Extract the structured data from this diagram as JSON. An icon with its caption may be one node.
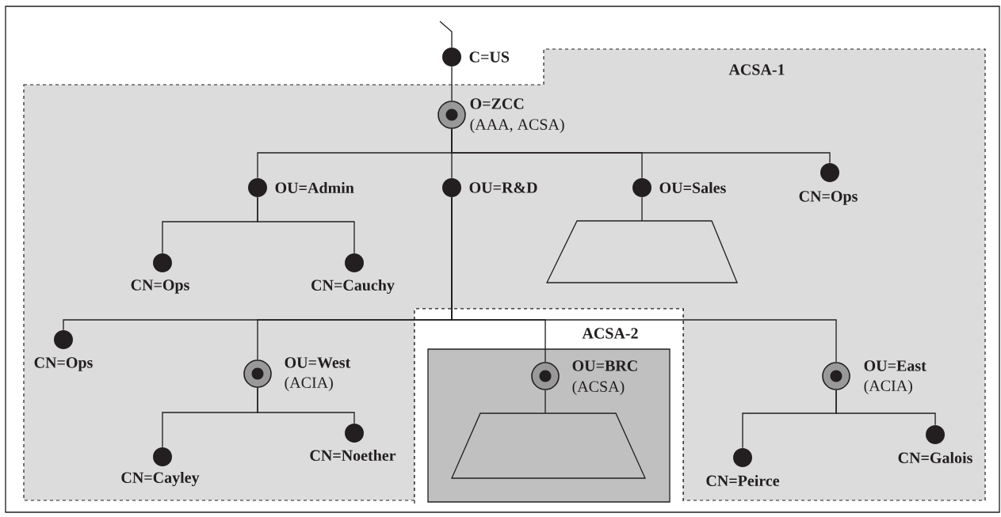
{
  "diagram": {
    "nodes": [
      {
        "text": [
          "C=US"
        ]
      },
      {
        "text": [
          "ACSA-1"
        ]
      },
      {
        "text": [
          "O=ZCC",
          "(AAA, ACSA)"
        ],
        "in": 1
      },
      {
        "text": [
          "OU=Admin"
        ],
        "in": 1
      },
      {
        "text": [
          "OU=R&D"
        ],
        "in": 1
      },
      {
        "text": [
          "OU=Sales"
        ],
        "in": 1
      },
      {
        "text": [
          "CN=Ops"
        ],
        "in": 1
      },
      {
        "text": [
          "CN=Ops"
        ],
        "in": 1
      },
      {
        "text": [
          "CN=Cauchy"
        ],
        "in": 1
      },
      {
        "text": [],
        "shape": "trapezoid",
        "in": 1
      },
      {
        "text": [
          "CN=Ops"
        ],
        "in": 1
      },
      {
        "text": [
          "OU=West",
          "(ACIA)"
        ],
        "in": 1
      },
      {
        "text": [
          "ACSA-2"
        ]
      },
      {
        "text": [],
        "shape": "box",
        "in": 12
      },
      {
        "text": [
          "OU=BRC",
          "(ACSA)"
        ],
        "in": 13
      },
      {
        "text": [],
        "shape": "trapezoid",
        "in": 13
      },
      {
        "text": [
          "OU=East",
          "(ACIA)"
        ],
        "in": 1
      },
      {
        "text": [
          "CN=Cayley"
        ],
        "in": 1
      },
      {
        "text": [
          "CN=Noether"
        ],
        "in": 1
      },
      {
        "text": [
          "CN=Peirce"
        ],
        "in": 1
      },
      {
        "text": [
          "CN=Galois"
        ],
        "in": 1
      }
    ],
    "edges": [
      {
        "from": null,
        "to": 0,
        "arrow": "none"
      },
      {
        "from": 0,
        "to": 2,
        "arrow": "none"
      },
      {
        "from": 2,
        "to": 3,
        "arrow": "none"
      },
      {
        "from": 2,
        "to": 4,
        "arrow": "none"
      },
      {
        "from": 2,
        "to": 5,
        "arrow": "none"
      },
      {
        "from": 2,
        "to": 6,
        "arrow": "none"
      },
      {
        "from": 3,
        "to": 7,
        "arrow": "none"
      },
      {
        "from": 3,
        "to": 8,
        "arrow": "none"
      },
      {
        "from": 5,
        "to": 9,
        "arrow": "none"
      },
      {
        "from": 4,
        "to": 10,
        "arrow": "none"
      },
      {
        "from": 4,
        "to": 11,
        "arrow": "none"
      },
      {
        "from": 4,
        "to": 14,
        "arrow": "none"
      },
      {
        "from": 4,
        "to": 16,
        "arrow": "none"
      },
      {
        "from": 11,
        "to": 17,
        "arrow": "none"
      },
      {
        "from": 11,
        "to": 18,
        "arrow": "none"
      },
      {
        "from": 14,
        "to": 15,
        "arrow": "none"
      },
      {
        "from": 16,
        "to": 19,
        "arrow": "none"
      },
      {
        "from": 16,
        "to": 20,
        "arrow": "none"
      }
    ]
  }
}
